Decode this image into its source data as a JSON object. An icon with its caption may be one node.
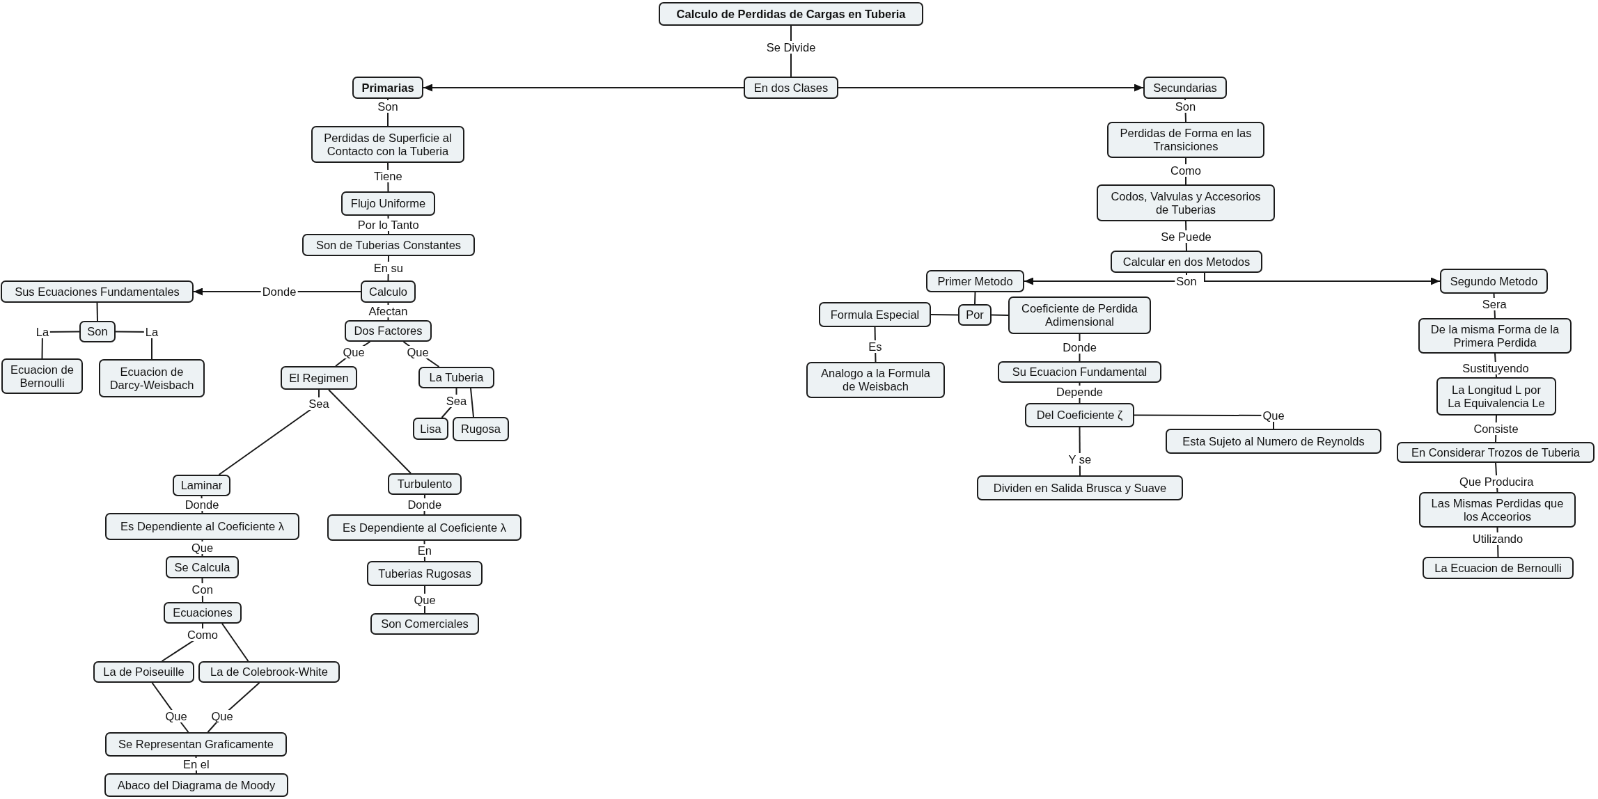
{
  "diagram": {
    "nodes": [
      {
        "text": [
          "Calculo de Perdidas de Cargas en Tuberia"
        ]
      },
      {
        "text": [
          "En dos Clases"
        ]
      },
      {
        "text": [
          "Primarias"
        ]
      },
      {
        "text": [
          "Secundarias"
        ]
      },
      {
        "text": [
          "Perdidas de Superficie al Contacto con la Tuberia"
        ]
      },
      {
        "text": [
          "Flujo Uniforme"
        ]
      },
      {
        "text": [
          "Son de Tuberias Constantes"
        ]
      },
      {
        "text": [
          "Calculo"
        ]
      },
      {
        "text": [
          "Sus Ecuaciones Fundamentales"
        ]
      },
      {
        "text": [
          "Son"
        ]
      },
      {
        "text": [
          "Ecuacion de Bernoulli"
        ]
      },
      {
        "text": [
          "Ecuacion de Darcy-Weisbach"
        ]
      },
      {
        "text": [
          "Dos Factores"
        ]
      },
      {
        "text": [
          "El Regimen"
        ]
      },
      {
        "text": [
          "La Tuberia"
        ]
      },
      {
        "text": [
          "Lisa"
        ]
      },
      {
        "text": [
          "Rugosa"
        ]
      },
      {
        "text": [
          "Laminar"
        ]
      },
      {
        "text": [
          "Turbulento"
        ]
      },
      {
        "text": [
          "Es Dependiente al Coeficiente λ"
        ]
      },
      {
        "text": [
          "Es Dependiente al Coeficiente λ"
        ]
      },
      {
        "text": [
          "Se Calcula"
        ]
      },
      {
        "text": [
          "Tuberias Rugosas"
        ]
      },
      {
        "text": [
          "Son Comerciales"
        ]
      },
      {
        "text": [
          "Ecuaciones"
        ]
      },
      {
        "text": [
          "La de Poiseuille"
        ]
      },
      {
        "text": [
          "La de Colebrook-White"
        ]
      },
      {
        "text": [
          "Se Representan Graficamente"
        ]
      },
      {
        "text": [
          "Abaco del Diagrama de Moody"
        ]
      },
      {
        "text": [
          "Perdidas de Forma en las Transiciones"
        ]
      },
      {
        "text": [
          "Codos, Valvulas y Accesorios de Tuberias"
        ]
      },
      {
        "text": [
          "Calcular en dos Metodos"
        ]
      },
      {
        "text": [
          "Primer Metodo"
        ]
      },
      {
        "text": [
          "Segundo Metodo"
        ]
      },
      {
        "text": [
          "Por"
        ]
      },
      {
        "text": [
          "Formula Especial"
        ]
      },
      {
        "text": [
          "Coeficiente de Perdida Adimensional"
        ]
      },
      {
        "text": [
          "Analogo a la Formula de Weisbach"
        ]
      },
      {
        "text": [
          "Su Ecuacion Fundamental"
        ]
      },
      {
        "text": [
          "Del Coeficiente ζ"
        ]
      },
      {
        "text": [
          "Esta Sujeto al Numero de Reynolds"
        ]
      },
      {
        "text": [
          "Dividen en Salida Brusca y Suave"
        ]
      },
      {
        "text": [
          "De la misma Forma de la Primera Perdida"
        ]
      },
      {
        "text": [
          "La Longitud L por La Equivalencia Le"
        ]
      },
      {
        "text": [
          "En Considerar Trozos de Tuberia"
        ]
      },
      {
        "text": [
          "Las Mismas Perdidas que los Acceorios"
        ]
      },
      {
        "text": [
          "La Ecuacion de Bernoulli"
        ]
      }
    ],
    "edges": [
      {
        "from": 0,
        "to": 1,
        "arrow": "none",
        "label": "Se Divide"
      },
      {
        "from": 1,
        "to": 2,
        "arrow": "to"
      },
      {
        "from": 1,
        "to": 3,
        "arrow": "to"
      },
      {
        "from": 2,
        "to": 4,
        "arrow": "none",
        "label": "Son"
      },
      {
        "from": 4,
        "to": 5,
        "arrow": "none",
        "label": "Tiene"
      },
      {
        "from": 5,
        "to": 6,
        "arrow": "none",
        "label": "Por lo Tanto"
      },
      {
        "from": 6,
        "to": 7,
        "arrow": "none",
        "label": "En su"
      },
      {
        "from": 7,
        "to": 8,
        "arrow": "to",
        "label": "Donde"
      },
      {
        "from": 8,
        "to": 9,
        "arrow": "none"
      },
      {
        "from": 9,
        "to": 10,
        "arrow": "none",
        "label": "La"
      },
      {
        "from": 9,
        "to": 11,
        "arrow": "none",
        "label": "La"
      },
      {
        "from": 7,
        "to": 12,
        "arrow": "none",
        "label": "Afectan"
      },
      {
        "from": 12,
        "to": 13,
        "arrow": "none",
        "label": "Que"
      },
      {
        "from": 12,
        "to": 14,
        "arrow": "none",
        "label": "Que"
      },
      {
        "from": 14,
        "to": 15,
        "arrow": "none",
        "label": "Sea"
      },
      {
        "from": 14,
        "to": 16,
        "arrow": "none"
      },
      {
        "from": 13,
        "to": 17,
        "arrow": "none",
        "label": "Sea"
      },
      {
        "from": 13,
        "to": 18,
        "arrow": "none"
      },
      {
        "from": 17,
        "to": 19,
        "arrow": "none",
        "label": "Donde"
      },
      {
        "from": 18,
        "to": 20,
        "arrow": "none",
        "label": "Donde"
      },
      {
        "from": 19,
        "to": 21,
        "arrow": "none",
        "label": "Que"
      },
      {
        "from": 20,
        "to": 22,
        "arrow": "none",
        "label": "En"
      },
      {
        "from": 22,
        "to": 23,
        "arrow": "none",
        "label": "Que"
      },
      {
        "from": 21,
        "to": 24,
        "arrow": "none",
        "label": "Con"
      },
      {
        "from": 24,
        "to": 25,
        "arrow": "none",
        "label": "Como"
      },
      {
        "from": 24,
        "to": 26,
        "arrow": "none"
      },
      {
        "from": 25,
        "to": 27,
        "arrow": "none",
        "label": "Que"
      },
      {
        "from": 26,
        "to": 27,
        "arrow": "none",
        "label": "Que"
      },
      {
        "from": 27,
        "to": 28,
        "arrow": "none",
        "label": "En el"
      },
      {
        "from": 3,
        "to": 29,
        "arrow": "none",
        "label": "Son"
      },
      {
        "from": 29,
        "to": 30,
        "arrow": "none",
        "label": "Como"
      },
      {
        "from": 30,
        "to": 31,
        "arrow": "none",
        "label": "Se Puede"
      },
      {
        "from": 31,
        "to": 32,
        "arrow": "to",
        "label": "Son"
      },
      {
        "from": 31,
        "to": 33,
        "arrow": "to"
      },
      {
        "from": 32,
        "to": 34,
        "arrow": "none"
      },
      {
        "from": 34,
        "to": 35,
        "arrow": "none"
      },
      {
        "from": 34,
        "to": 36,
        "arrow": "none"
      },
      {
        "from": 35,
        "to": 37,
        "arrow": "none",
        "label": "Es"
      },
      {
        "from": 36,
        "to": 38,
        "arrow": "none",
        "label": "Donde"
      },
      {
        "from": 38,
        "to": 39,
        "arrow": "none",
        "label": "Depende"
      },
      {
        "from": 39,
        "to": 40,
        "arrow": "none",
        "label": "Que"
      },
      {
        "from": 39,
        "to": 41,
        "arrow": "none",
        "label": "Y se"
      },
      {
        "from": 33,
        "to": 42,
        "arrow": "none",
        "label": "Sera"
      },
      {
        "from": 42,
        "to": 43,
        "arrow": "none",
        "label": "Sustituyendo"
      },
      {
        "from": 43,
        "to": 44,
        "arrow": "none",
        "label": "Consiste"
      },
      {
        "from": 44,
        "to": 45,
        "arrow": "none",
        "label": "Que Producira"
      },
      {
        "from": 45,
        "to": 46,
        "arrow": "none",
        "label": "Utilizando"
      }
    ]
  }
}
